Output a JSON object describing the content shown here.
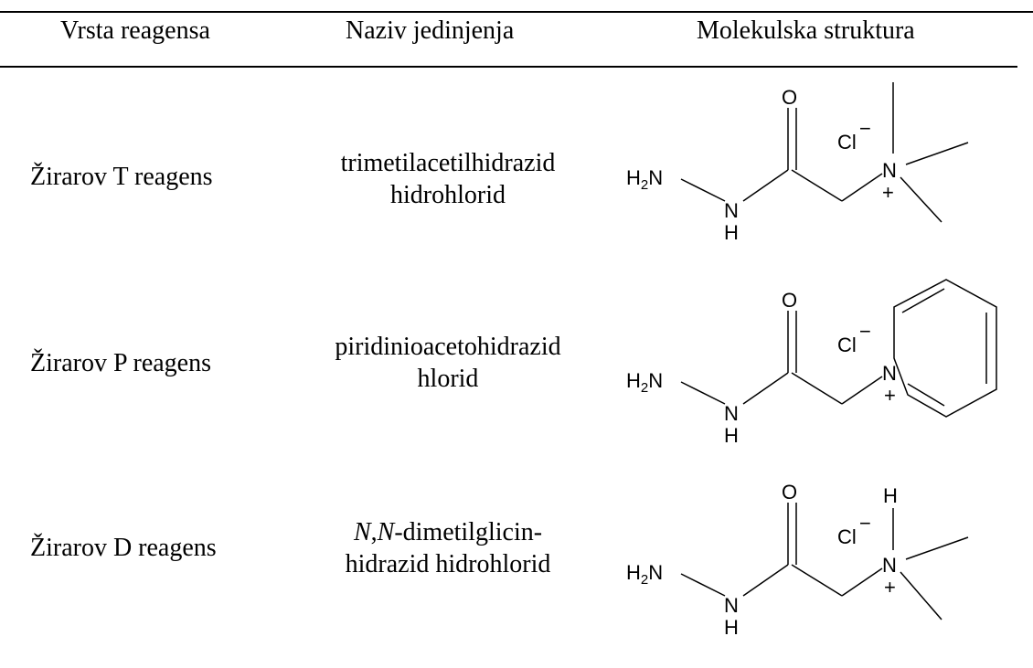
{
  "table": {
    "headers": {
      "type": "Vrsta reagensa",
      "name": "Naziv jedinjenja",
      "structure": "Molekulska struktura"
    },
    "rows": [
      {
        "type": "Žirarov T reagens",
        "name_line1": "trimetilacetilhidrazid",
        "name_line2": "hidrohlorid",
        "structure": {
          "nh2": "H2N",
          "nh": "N",
          "h": "H",
          "o": "O",
          "cl": "Cl",
          "minus": "−",
          "n_plus": "N",
          "plus": "+"
        }
      },
      {
        "type": "Žirarov P reagens",
        "name_line1": "piridinioacetohidrazid",
        "name_line2": "hlorid",
        "structure": {
          "nh2": "H2N",
          "nh": "N",
          "h": "H",
          "o": "O",
          "cl": "Cl",
          "minus": "−",
          "n_plus": "N",
          "plus": "+"
        }
      },
      {
        "type": "Žirarov D reagens",
        "name_line1_italic_a": "N",
        "name_line1_sep": ",",
        "name_line1_italic_b": "N",
        "name_line1_rest": "-dimetilglicin-",
        "name_line2": "hidrazid hidrohlorid",
        "structure": {
          "nh2": "H2N",
          "nh": "N",
          "h": "H",
          "o": "O",
          "cl": "Cl",
          "minus": "−",
          "n_plus": "N",
          "plus": "+",
          "nh_top": "H"
        }
      }
    ]
  }
}
